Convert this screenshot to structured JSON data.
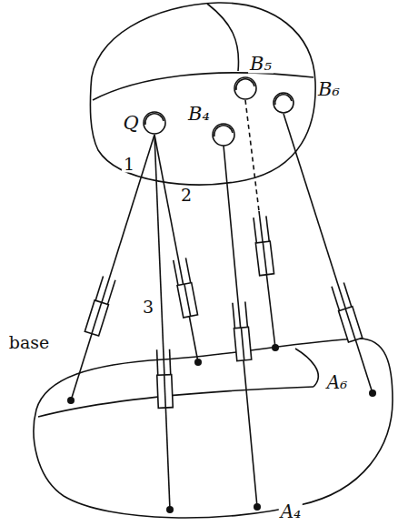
{
  "diagram": {
    "labels": [
      "B₅",
      "B₆",
      "Q",
      "B₄",
      "1",
      "2",
      "3",
      "base",
      "A₆",
      "A₄"
    ]
  }
}
